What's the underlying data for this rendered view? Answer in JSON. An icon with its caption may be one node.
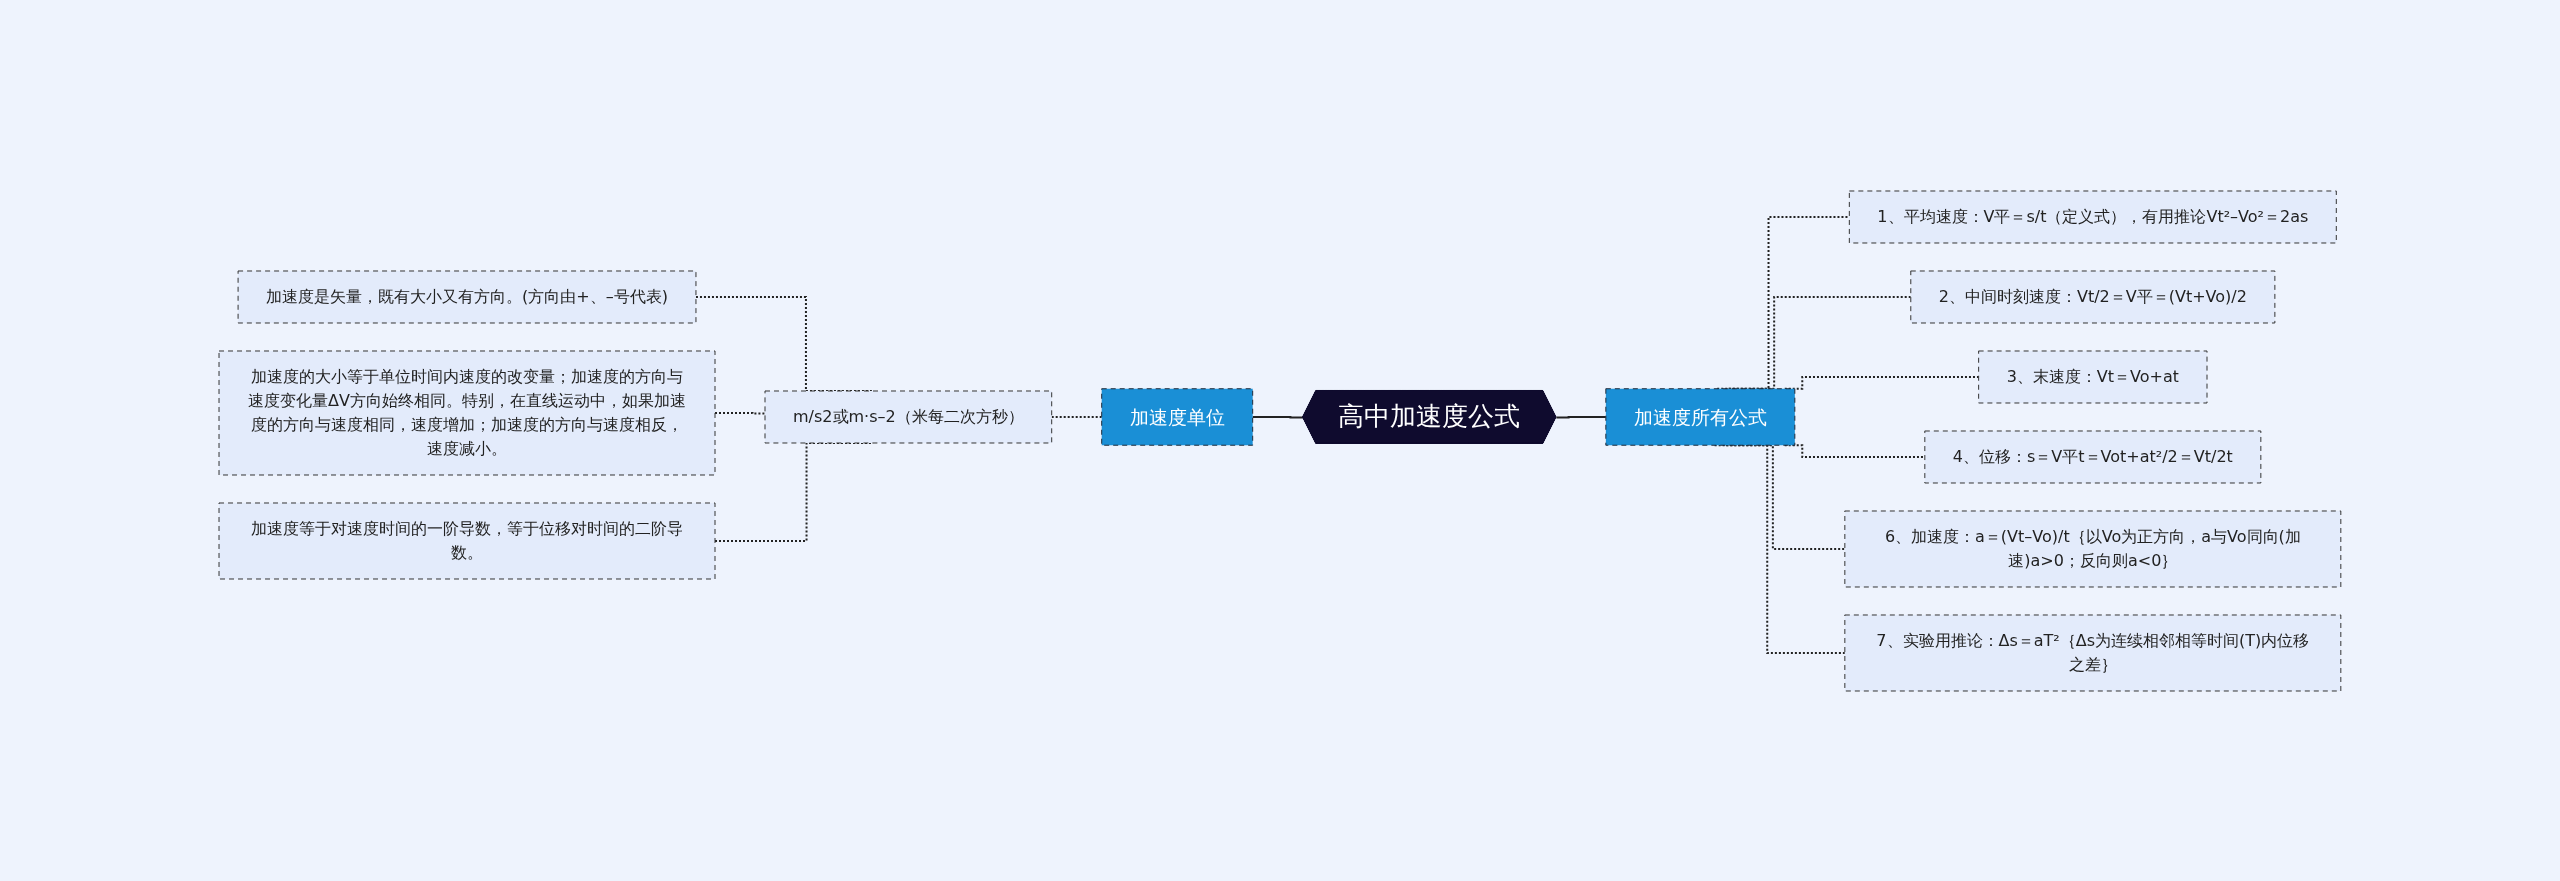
{
  "diagram": {
    "nodes": [
      {
        "text": [
          "高中加速度公式"
        ]
      },
      {
        "text": [
          "加速度单位"
        ]
      },
      {
        "text": [
          "m/s2或m·s–2（米每二次方秒）"
        ]
      },
      {
        "text": [
          "加速度是矢量，既有大小又有方向。(方向由+、–号代表)"
        ]
      },
      {
        "text": [
          "加速度的大小等于单位时间内速度的改变量；加速度的方向与速度变化量ΔV方向始终相同。特别，在直线运动中，如果加速度的方向与速度相同，速度增加；加速度的方向与速度相反，速度减小。"
        ]
      },
      {
        "text": [
          "加速度等于对速度时间的一阶导数，等于位移对时间的二阶导数。"
        ]
      },
      {
        "text": [
          "加速度所有公式"
        ]
      },
      {
        "text": [
          "1、平均速度：V平＝s/t（定义式），有用推论Vt²–Vo²＝2as"
        ]
      },
      {
        "text": [
          "2、中间时刻速度：Vt/2＝V平＝(Vt+Vo)/2"
        ]
      },
      {
        "text": [
          "3、末速度：Vt＝Vo+at"
        ]
      },
      {
        "text": [
          "4、位移：s＝V平t＝Vot+at²/2＝Vt/2t"
        ]
      },
      {
        "text": [
          "6、加速度：a＝(Vt–Vo)/t｛以Vo为正方向，a与Vo同向(加速)a>0；反向则a<0｝"
        ]
      },
      {
        "text": [
          "7、实验用推论：Δs＝aT²｛Δs为连续相邻相等时间(T)内位移之差｝"
        ]
      }
    ],
    "edges": [
      {
        "from": 3,
        "to": 2,
        "arrow": "none",
        "style": "dashed"
      },
      {
        "from": 4,
        "to": 2,
        "arrow": "none",
        "style": "dashed"
      },
      {
        "from": 5,
        "to": 2,
        "arrow": "none",
        "style": "dashed"
      },
      {
        "from": 2,
        "to": 1,
        "arrow": "none",
        "style": "dashed"
      },
      {
        "from": 1,
        "to": 0,
        "arrow": "none"
      },
      {
        "from": 0,
        "to": 6,
        "arrow": "none"
      },
      {
        "from": 6,
        "to": 7,
        "arrow": "none",
        "style": "dashed"
      },
      {
        "from": 6,
        "to": 8,
        "arrow": "none",
        "style": "dashed"
      },
      {
        "from": 6,
        "to": 9,
        "arrow": "none",
        "style": "dashed"
      },
      {
        "from": 6,
        "to": 10,
        "arrow": "none",
        "style": "dashed"
      },
      {
        "from": 6,
        "to": 11,
        "arrow": "none",
        "style": "dashed"
      },
      {
        "from": 6,
        "to": 12,
        "arrow": "none",
        "style": "dashed"
      }
    ]
  }
}
